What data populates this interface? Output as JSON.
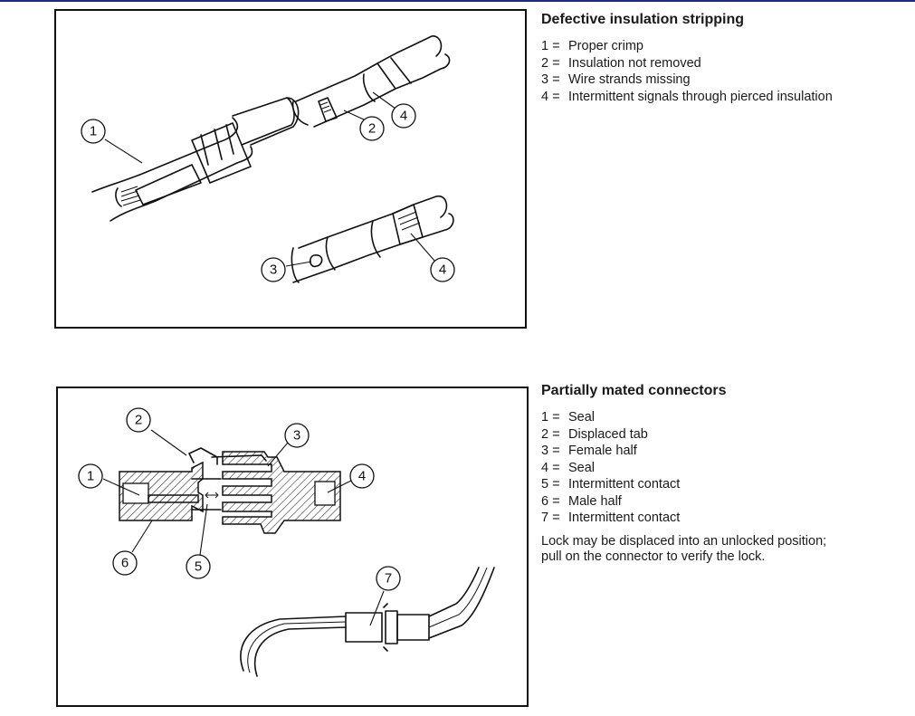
{
  "section1": {
    "title": "Defective insulation stripping",
    "items": [
      {
        "num": "1 =",
        "text": "Proper crimp"
      },
      {
        "num": "2 =",
        "text": "Insulation not removed"
      },
      {
        "num": "3 =",
        "text": "Wire strands missing"
      },
      {
        "num": "4 =",
        "text": "Intermittent signals through pierced insulation"
      }
    ],
    "callouts": [
      "1",
      "2",
      "4",
      "3",
      "4"
    ]
  },
  "section2": {
    "title": "Partially mated connectors",
    "items": [
      {
        "num": "1 =",
        "text": "Seal"
      },
      {
        "num": "2 =",
        "text": "Displaced tab"
      },
      {
        "num": "3 =",
        "text": "Female half"
      },
      {
        "num": "4 =",
        "text": "Seal"
      },
      {
        "num": "5 =",
        "text": "Intermittent contact"
      },
      {
        "num": "6 =",
        "text": "Male half"
      },
      {
        "num": "7 =",
        "text": "Intermittent contact"
      }
    ],
    "note": "Lock may be displaced into an unlocked position; pull on the connector to verify the lock.",
    "callouts": [
      "2",
      "3",
      "1",
      "4",
      "6",
      "5",
      "7"
    ]
  }
}
